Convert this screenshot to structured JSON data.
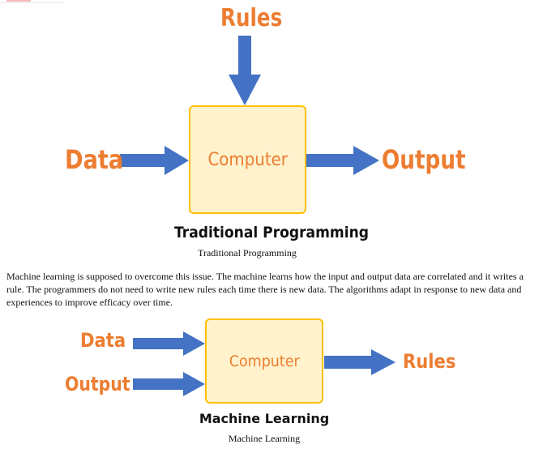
{
  "colors": {
    "arrow": "#4472c4",
    "label": "#ed7d31",
    "box_fill": "#fff2cc",
    "box_border": "#ffc000"
  },
  "traditional": {
    "rules_label": "Rules",
    "data_label": "Data",
    "computer_label": "Computer",
    "output_label": "Output",
    "title": "Traditional Programming",
    "caption": "Traditional Programming"
  },
  "paragraph": "Machine learning is supposed to overcome this issue. The machine learns how the input and output data are correlated and it writes a rule. The programmers do not need to write new rules each time there is new data. The algorithms adapt in response to new data and experiences to improve efficacy over time.",
  "ml": {
    "data_label": "Data",
    "output_label": "Output",
    "computer_label": "Computer",
    "rules_label": "Rules",
    "title": "Machine Learning",
    "caption": "Machine Learning"
  }
}
